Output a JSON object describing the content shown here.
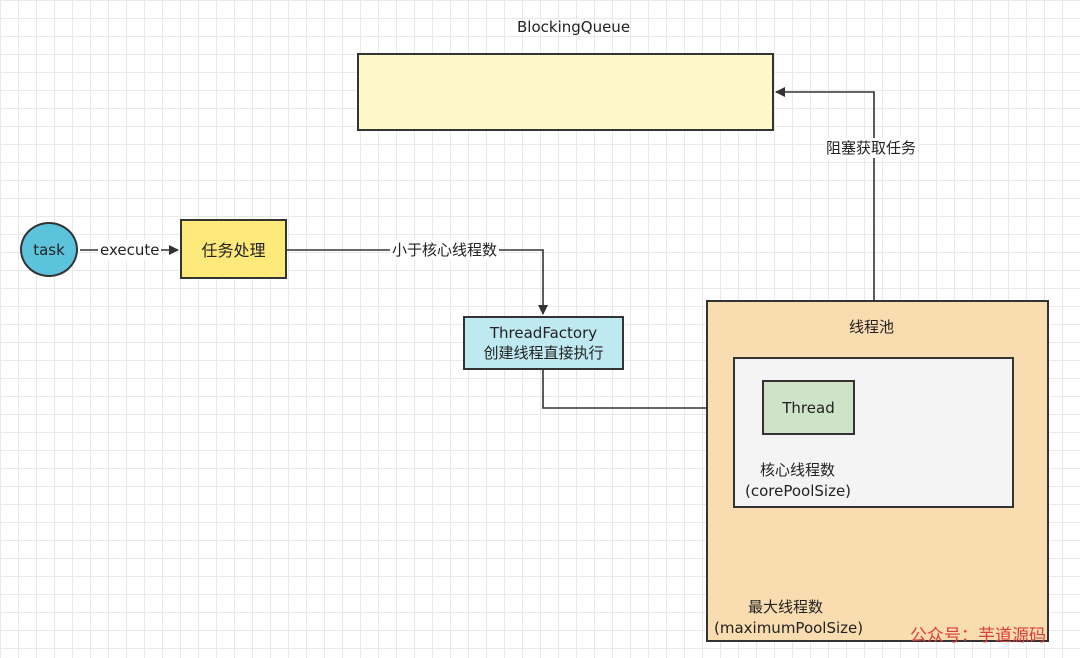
{
  "queue": {
    "title": "BlockingQueue"
  },
  "task": {
    "label": "task"
  },
  "edges": {
    "execute": "execute",
    "less_than_core": "小于核心线程数",
    "blocking_fetch": "阻塞获取任务"
  },
  "handler": {
    "label": "任务处理"
  },
  "factory": {
    "line1": "ThreadFactory",
    "line2": "创建线程直接执行"
  },
  "pool": {
    "title": "线程池",
    "thread": "Thread",
    "core_line1": "核心线程数",
    "core_line2": "(corePoolSize)",
    "max_line1": "最大线程数",
    "max_line2": "(maximumPoolSize)"
  },
  "watermark": "公众号：芋道源码",
  "colors": {
    "queue_fill": "#fdf8c8",
    "task_fill": "#5bc4dc",
    "handler_fill": "#fdea7a",
    "factory_fill": "#bfe9f0",
    "pool_fill": "#f9dcb0",
    "core_fill": "#f4f4f4",
    "thread_fill": "#cfe3c9",
    "watermark": "#e03b3b"
  }
}
